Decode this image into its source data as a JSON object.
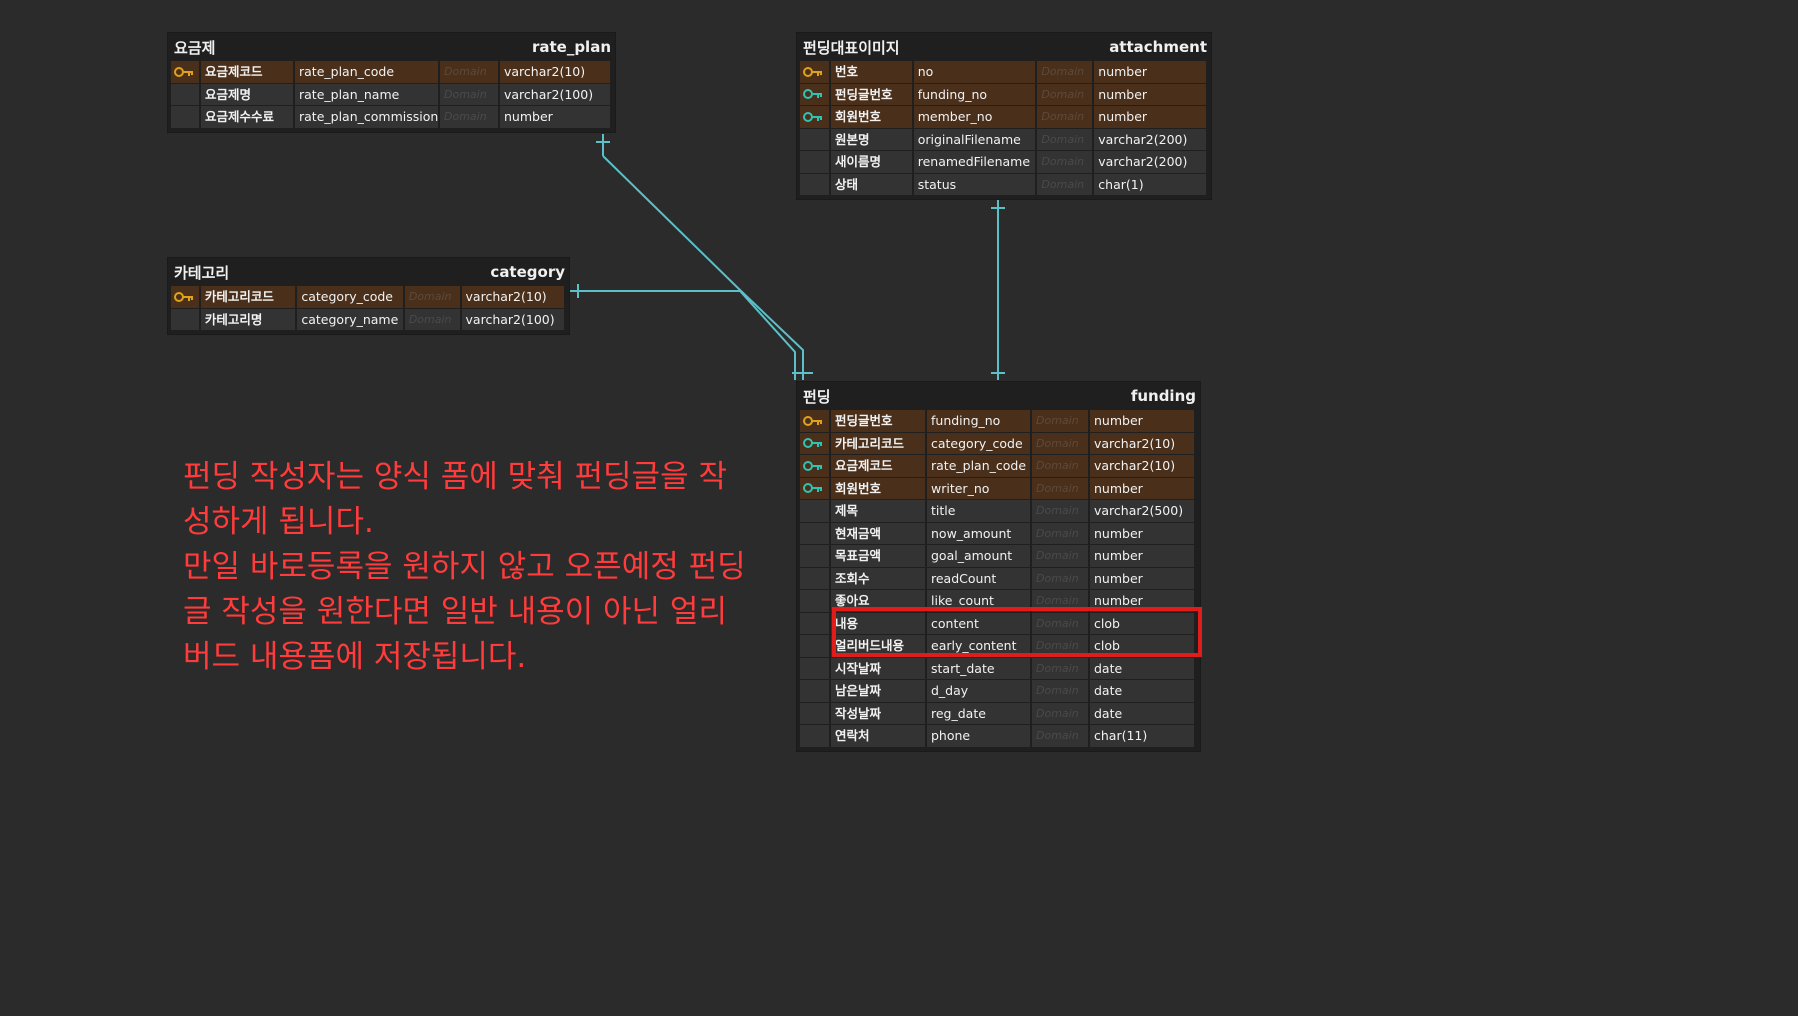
{
  "entities": {
    "rate_plan": {
      "logical_name": "요금제",
      "physical_name": "rate_plan",
      "rows": [
        {
          "key": "pk",
          "logical": "요금제코드",
          "physical": "rate_plan_code",
          "domain": "Domain",
          "type": "varchar2(10)"
        },
        {
          "key": "none",
          "logical": "요금제명",
          "physical": "rate_plan_name",
          "domain": "Domain",
          "type": "varchar2(100)"
        },
        {
          "key": "none",
          "logical": "요금제수수료",
          "physical": "rate_plan_commission",
          "domain": "Domain",
          "type": "number"
        }
      ]
    },
    "category": {
      "logical_name": "카테고리",
      "physical_name": "category",
      "rows": [
        {
          "key": "pk",
          "logical": "카테고리코드",
          "physical": "category_code",
          "domain": "Domain",
          "type": "varchar2(10)"
        },
        {
          "key": "none",
          "logical": "카테고리명",
          "physical": "category_name",
          "domain": "Domain",
          "type": "varchar2(100)"
        }
      ]
    },
    "attachment": {
      "logical_name": "펀딩대표이미지",
      "physical_name": "attachment",
      "rows": [
        {
          "key": "pk",
          "logical": "번호",
          "physical": "no",
          "domain": "Domain",
          "type": "number"
        },
        {
          "key": "fk",
          "logical": "펀딩글번호",
          "physical": "funding_no",
          "domain": "Domain",
          "type": "number"
        },
        {
          "key": "fk",
          "logical": "회원번호",
          "physical": "member_no",
          "domain": "Domain",
          "type": "number"
        },
        {
          "key": "none",
          "logical": "원본명",
          "physical": "originalFilename",
          "domain": "Domain",
          "type": "varchar2(200)"
        },
        {
          "key": "none",
          "logical": "새이름명",
          "physical": "renamedFilename",
          "domain": "Domain",
          "type": "varchar2(200)"
        },
        {
          "key": "none",
          "logical": "상태",
          "physical": "status",
          "domain": "Domain",
          "type": "char(1)"
        }
      ]
    },
    "funding": {
      "logical_name": "펀딩",
      "physical_name": "funding",
      "rows": [
        {
          "key": "pk",
          "logical": "펀딩글번호",
          "physical": "funding_no",
          "domain": "Domain",
          "type": "number"
        },
        {
          "key": "fk",
          "logical": "카테고리코드",
          "physical": "category_code",
          "domain": "Domain",
          "type": "varchar2(10)"
        },
        {
          "key": "fk",
          "logical": "요금제코드",
          "physical": "rate_plan_code",
          "domain": "Domain",
          "type": "varchar2(10)"
        },
        {
          "key": "fk",
          "logical": "회원번호",
          "physical": "writer_no",
          "domain": "Domain",
          "type": "number"
        },
        {
          "key": "none",
          "logical": "제목",
          "physical": "title",
          "domain": "Domain",
          "type": "varchar2(500)"
        },
        {
          "key": "none",
          "logical": "현재금액",
          "physical": "now_amount",
          "domain": "Domain",
          "type": "number"
        },
        {
          "key": "none",
          "logical": "목표금액",
          "physical": "goal_amount",
          "domain": "Domain",
          "type": "number"
        },
        {
          "key": "none",
          "logical": "조회수",
          "physical": "readCount",
          "domain": "Domain",
          "type": "number"
        },
        {
          "key": "none",
          "logical": "좋아요",
          "physical": "like_count",
          "domain": "Domain",
          "type": "number"
        },
        {
          "key": "none",
          "logical": "내용",
          "physical": "content",
          "domain": "Domain",
          "type": "clob"
        },
        {
          "key": "none",
          "logical": "얼리버드내용",
          "physical": "early_content",
          "domain": "Domain",
          "type": "clob"
        },
        {
          "key": "none",
          "logical": "시작날짜",
          "physical": "start_date",
          "domain": "Domain",
          "type": "date"
        },
        {
          "key": "none",
          "logical": "남은날짜",
          "physical": "d_day",
          "domain": "Domain",
          "type": "date"
        },
        {
          "key": "none",
          "logical": "작성날짜",
          "physical": "reg_date",
          "domain": "Domain",
          "type": "date"
        },
        {
          "key": "none",
          "logical": "연락처",
          "physical": "phone",
          "domain": "Domain",
          "type": "char(11)"
        }
      ]
    }
  },
  "note": {
    "lines": [
      "펀딩 작성자는 양식 폼에 맞춰 펀딩글을 작",
      "성하게 됩니다.",
      "만일 바로등록을 원하지 않고 오픈예정 펀딩",
      "글 작성을 원한다면 일반 내용이 아닌 얼리",
      "버드 내용폼에 저장됩니다."
    ]
  },
  "colors": {
    "background": "#2b2b2b",
    "pk_key_icon": "#e0a21a",
    "fk_key_icon": "#2fc3b3",
    "relation_line": "#5bc0c8",
    "note_text": "#ff3b3b",
    "highlight_box": "#e21b1b"
  }
}
